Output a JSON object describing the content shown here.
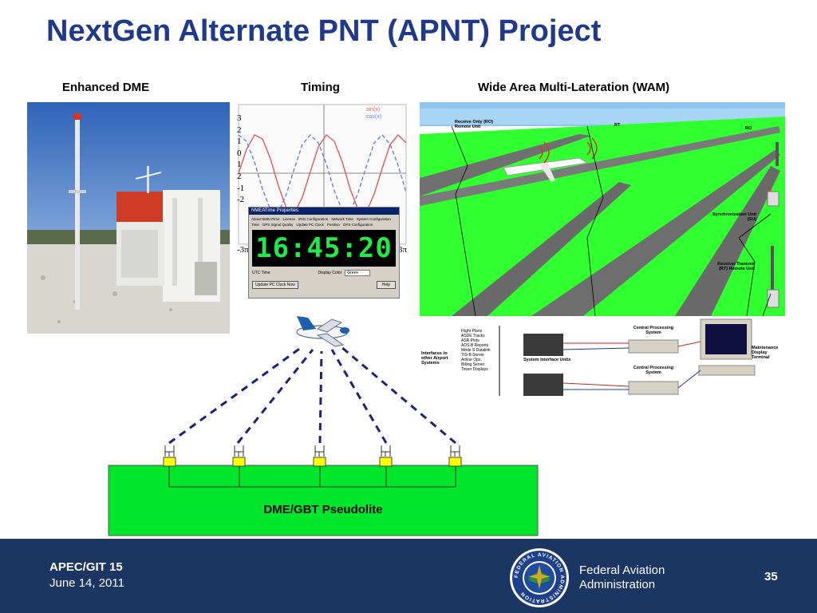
{
  "slide": {
    "title": "NextGen Alternate PNT (APNT) Project"
  },
  "captions": {
    "dme": "Enhanced DME",
    "timing": "Timing",
    "wam": "Wide Area Multi-Lateration (WAM)"
  },
  "timing_panel": {
    "axis_labels": [
      "3",
      "2",
      "1",
      "0",
      "1",
      "2",
      "-1",
      "-2",
      "-3π",
      "3π"
    ],
    "legend": [
      "sin(x)",
      "cos(x)"
    ],
    "dialog_title": "NMEATime Properties",
    "tabs": [
      "About NMEATime",
      "License",
      "IRIG Configuration",
      "Network Time",
      "System Configuration",
      "Time",
      "GPS Signal Quality",
      "Update PC Clock",
      "Position",
      "GPS Configuration"
    ],
    "clock": "16:45:20",
    "utc_label": "UTC Time",
    "display_color_label": "Display Color",
    "display_color_value": "Green",
    "update_button": "Update PC Clock Now",
    "help_button": "Help"
  },
  "wam_panel": {
    "labels": {
      "ro_remote": "Receive Only (RO) Remote Unit",
      "rt": "RT",
      "ro": "RO",
      "sync_unit": "Synchronization Unit (SU)",
      "rt_remote": "Receive/ Transmit (RT) Remote Unit",
      "cps1": "Central Processing System",
      "cps2": "Central Processing System",
      "maintenance": "Maintenance Display Terminal",
      "interfaces": "Interfaces to other Airport Systems",
      "siu": "System Interface Units"
    },
    "interface_list": [
      "Flight Plans",
      "ASDE Tracks",
      "ASR Plots",
      "ADS-B Reports",
      "Mode S Datalink",
      "TIS-B Server",
      "Airline Ops.",
      "Billing Server",
      "Tower Displays"
    ]
  },
  "pseudolite": {
    "label": "DME/GBT Pseudolite"
  },
  "footer": {
    "event": "APEC/GIT 15",
    "date": "June 14, 2011",
    "seal_text": "FEDERAL AVIATION ADMINISTRATION",
    "agency_line1": "Federal Aviation",
    "agency_line2": "Administration",
    "page_number": "35"
  },
  "colors": {
    "title": "#1f3a8a",
    "footer_bg": "#1c3664",
    "pseudolite_green": "#00e62a",
    "antenna_yellow": "#ffff00",
    "signal_dash": "#1a237e"
  }
}
